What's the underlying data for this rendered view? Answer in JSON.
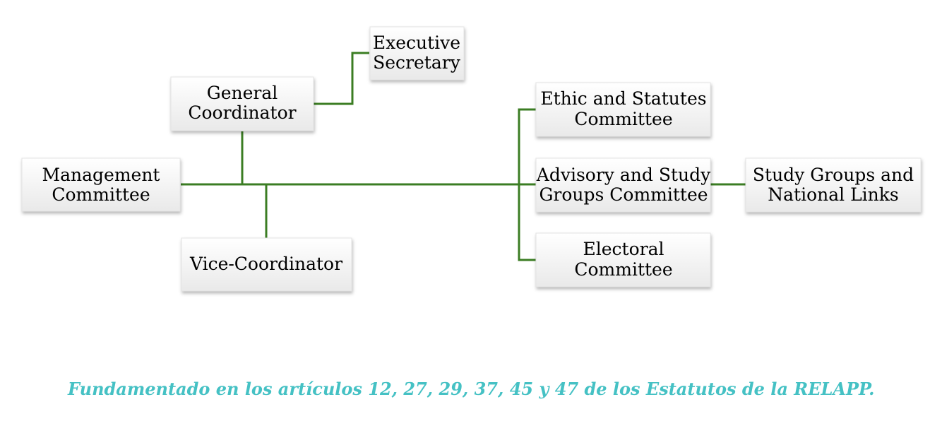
{
  "colors": {
    "connector": "#3b7d23",
    "footnote": "#45c1c4",
    "box_top": "#ffffff",
    "box_bottom": "#e9e9e9"
  },
  "nodes": {
    "management": {
      "lines": [
        "Management",
        "Committee"
      ]
    },
    "general_coordinator": {
      "lines": [
        "General",
        "Coordinator"
      ]
    },
    "executive_secretary": {
      "lines": [
        "Executive",
        "Secretary"
      ]
    },
    "vice_coordinator": {
      "lines": [
        "Vice-Coordinator"
      ]
    },
    "ethic_statutes": {
      "lines": [
        "Ethic and Statutes",
        "Committee"
      ]
    },
    "advisory_study": {
      "lines": [
        "Advisory and Study",
        "Groups Committee"
      ]
    },
    "electoral": {
      "lines": [
        "Electoral",
        "Committee"
      ]
    },
    "study_groups": {
      "lines": [
        "Study Groups and",
        "National Links"
      ]
    }
  },
  "footnote": "Fundamentado en los artículos 12, 27, 29, 37, 45 y 47 de los Estatutos de la RELAPP."
}
